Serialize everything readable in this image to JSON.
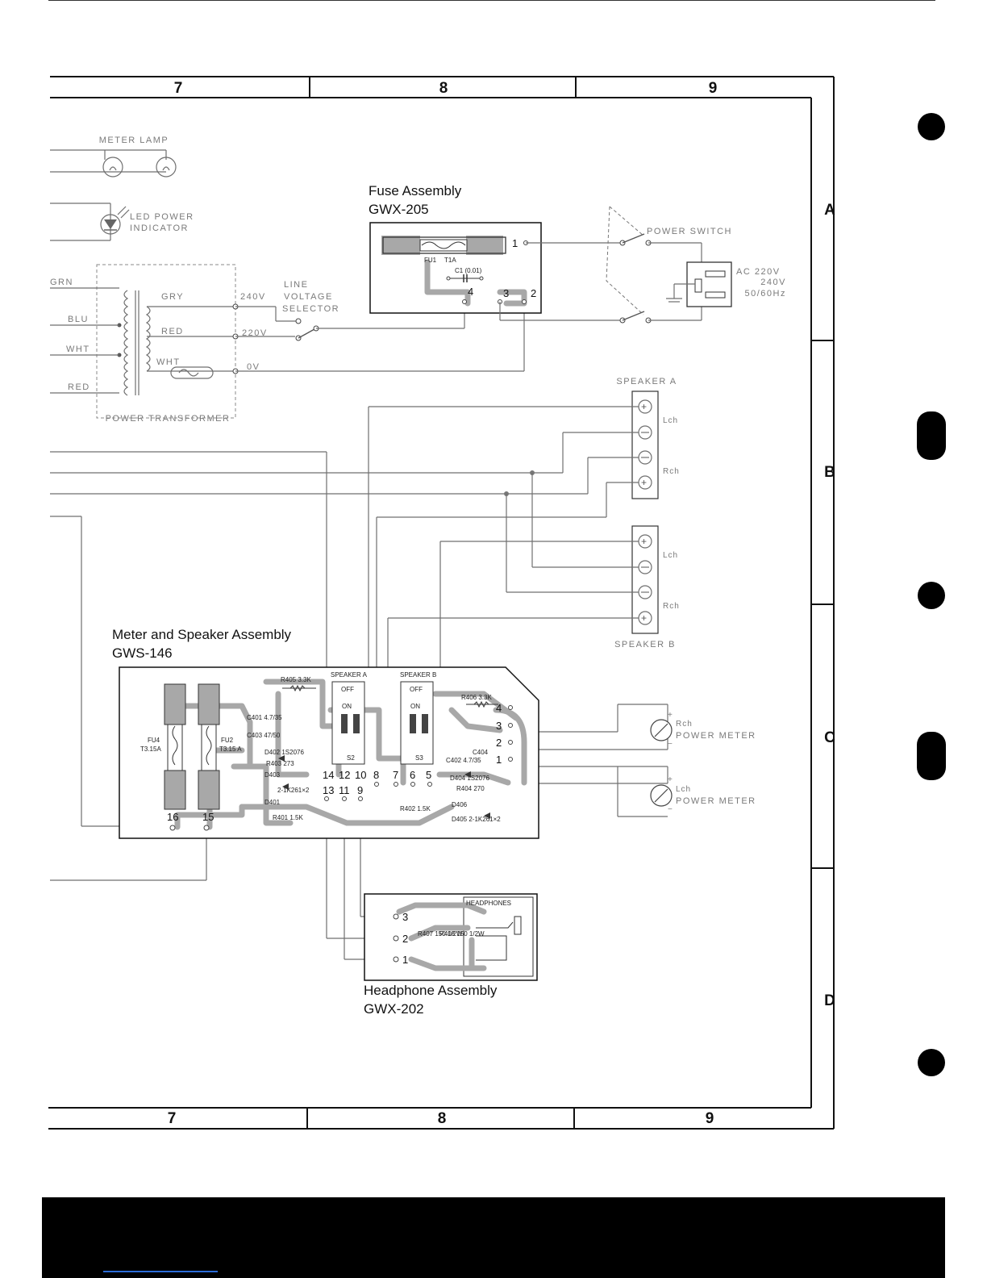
{
  "grid": {
    "columns": [
      "7",
      "8",
      "9"
    ],
    "rows": [
      "A",
      "B",
      "C",
      "D"
    ]
  },
  "labels": {
    "meter_lamp": "METER LAMP",
    "led_power_1": "LED POWER",
    "led_power_2": "INDICATOR",
    "grn": "GRN",
    "blu": "BLU",
    "wht": "WHT",
    "red": "RED",
    "gry": "GRY",
    "red_sec": "RED",
    "wht_sec": "WHT",
    "v240": "240V",
    "v220": "220V",
    "v0": "0V",
    "lvs_1": "LINE",
    "lvs_2": "VOLTAGE",
    "lvs_3": "SELECTOR",
    "power_transformer": "POWER TRANSFORMER",
    "power_switch": "POWER SWITCH",
    "ac_1": "AC 220V",
    "ac_2": "240V",
    "ac_3": "50/60Hz",
    "speaker_a": "SPEAKER A",
    "speaker_b": "SPEAKER B",
    "lch": "Lch",
    "rch": "Rch",
    "rch_meter": "Rch",
    "lch_meter": "Lch",
    "power_meter": "POWER METER"
  },
  "fuse_assembly": {
    "title": "Fuse Assembly",
    "code": "GWX-205",
    "fu1": "FU1",
    "t1a": "T1A",
    "c1": "C1 (0.01)",
    "pins": [
      "1",
      "2",
      "3",
      "4"
    ]
  },
  "meter_speaker_assembly": {
    "title": "Meter and Speaker Assembly",
    "code": "GWS-146",
    "switch_a": "SPEAKER A",
    "switch_b": "SPEAKER B",
    "off": "OFF",
    "on": "ON",
    "s2": "S2",
    "s3": "S3",
    "fu4": "FU4",
    "fu4_rating": "T3.15A",
    "fu2": "FU2",
    "fu2_rating": "T3.15 A",
    "r405": "R405 3.3K",
    "r406": "R406 3.3K",
    "c401": "C401 4.7/35",
    "c403": "C403 47/50",
    "d402": "D402 1S2076",
    "r403": "R403 273",
    "d403": "D403",
    "d403_val": "2-1K261×2",
    "d401": "D401",
    "r401": "R401 1.5K",
    "c404": "C404",
    "c402": "C402 4.7/35",
    "d404": "D404 1S2076",
    "r404": "R404 270",
    "d406": "D406",
    "d405": "D405 2-1K261×2",
    "r402": "R402 1.5K",
    "pins_top": [
      "14",
      "12",
      "10",
      "8",
      "7",
      "6",
      "5"
    ],
    "pins_bottom": [
      "13",
      "11",
      "9"
    ],
    "pins_fuse": [
      "16",
      "15"
    ],
    "pins_right": [
      "4",
      "3",
      "2",
      "1"
    ]
  },
  "headphone_assembly": {
    "title": "Headphone Assembly",
    "code": "GWX-202",
    "headphones": "HEADPHONES",
    "r407": "R407 150 1/2W",
    "r408": "R408 150 1/2W",
    "pins": [
      "3",
      "2",
      "1"
    ]
  }
}
